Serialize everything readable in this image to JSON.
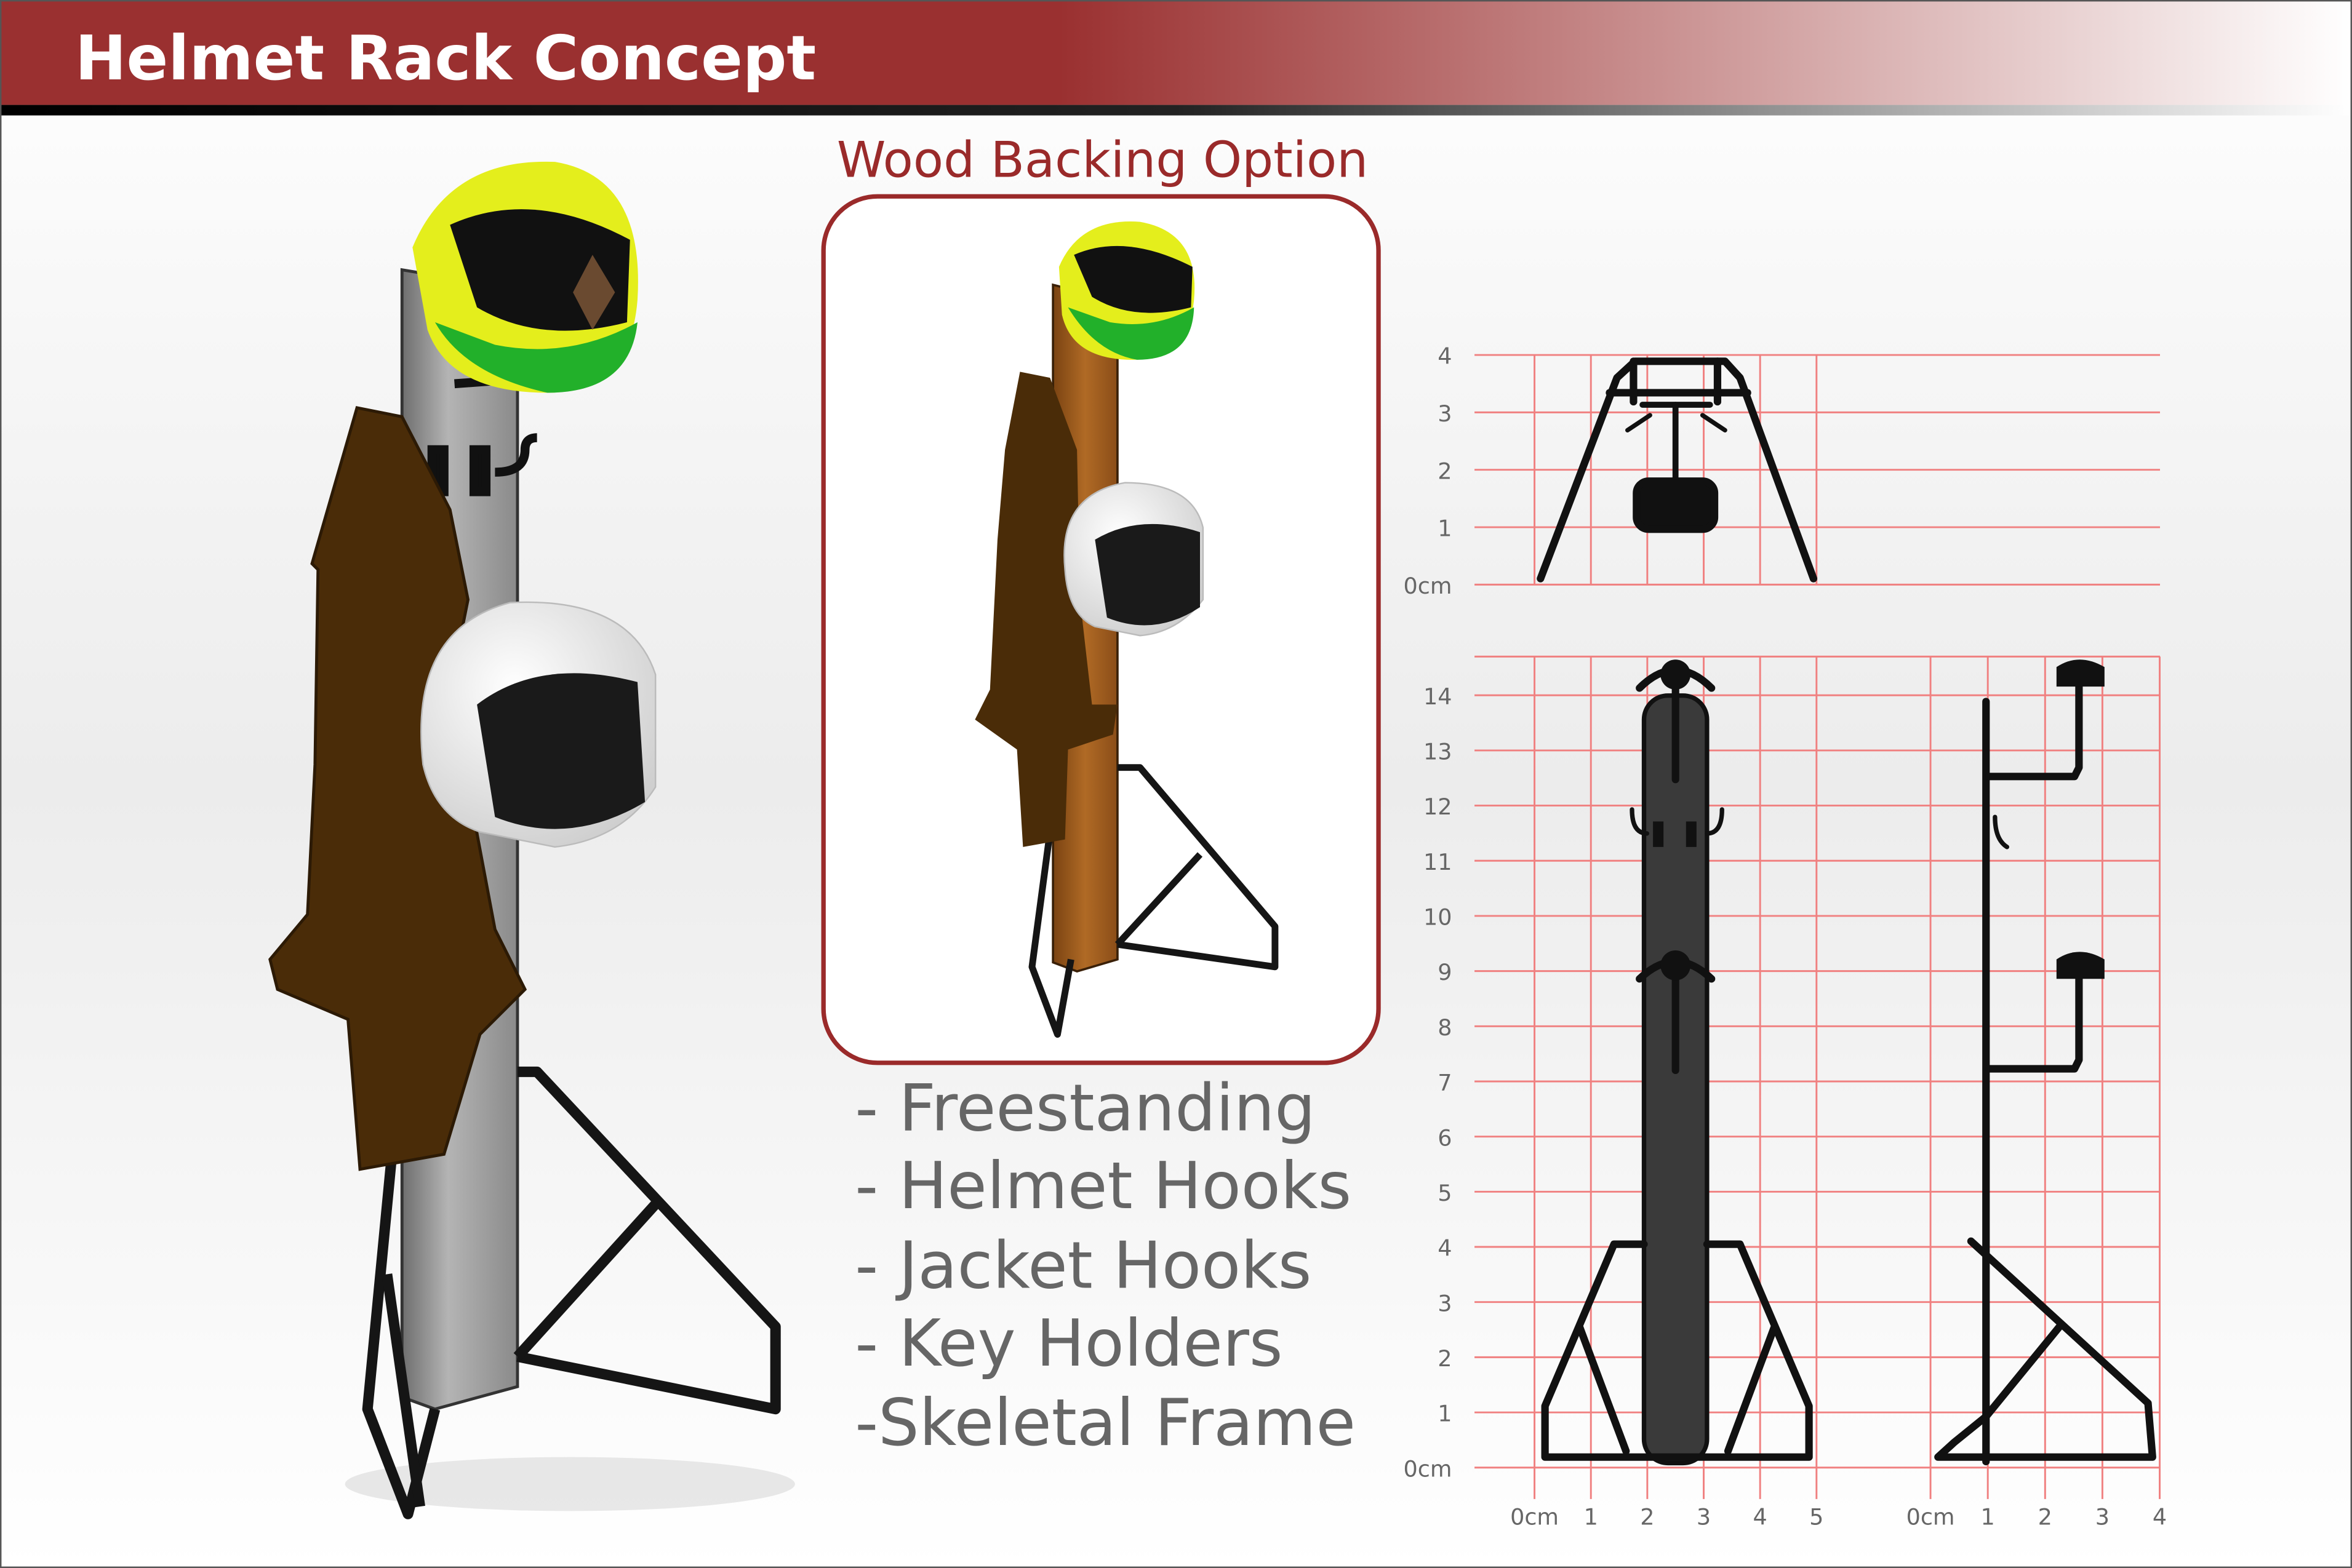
{
  "header": {
    "title": "Helmet Rack Concept",
    "bar_color": "#9a3030"
  },
  "wood_option": {
    "title": "Wood Backing Option",
    "accent": "#9a2a2a"
  },
  "features": [
    "- Freestanding",
    "- Helmet Hooks",
    "- Jacket Hooks",
    "- Key Holders",
    "-Skeletal Frame"
  ],
  "drawings": {
    "grid_color": "#f08080",
    "top_view": {
      "y_ticks": [
        "0cm",
        "1",
        "2",
        "3",
        "4"
      ],
      "x_ticks": [
        "0cm",
        "1",
        "2",
        "3",
        "4",
        "5"
      ]
    },
    "front_view": {
      "y_ticks": [
        "0cm",
        "1",
        "2",
        "3",
        "4",
        "5",
        "6",
        "7",
        "8",
        "9",
        "10",
        "11",
        "12",
        "13",
        "14"
      ],
      "x_ticks": [
        "0cm",
        "1",
        "2",
        "3",
        "4",
        "5"
      ]
    },
    "side_view": {
      "x_ticks": [
        "0cm",
        "1",
        "2",
        "3",
        "4"
      ]
    }
  },
  "colors": {
    "frame": "#111111",
    "panel_gray": "#9a9a9a",
    "wood": "#a5601f",
    "jacket": "#4a2c08",
    "helmet_yellow": "#e4ee1c",
    "helmet_green": "#22b02a"
  }
}
